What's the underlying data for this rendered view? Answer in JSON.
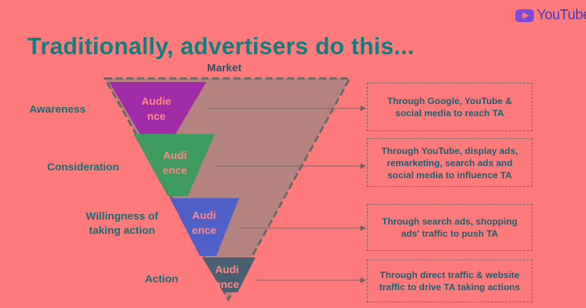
{
  "logo": {
    "word": "YouTube"
  },
  "title": "Traditionally, advertisers do this...",
  "market_label": "Market",
  "stages": [
    {
      "label": "Awareness",
      "audience": "Audie nce",
      "channel": "Through Google, YouTube & social media to reach TA"
    },
    {
      "label": "Consideration",
      "audience": "Audi ence",
      "channel": "Through YouTube, display ads, remarketing, search ads and social media to influence TA"
    },
    {
      "label": "Willingness of taking action",
      "audience": "Audi ence",
      "channel": "Through search ads, shopping ads' traffic to push TA"
    },
    {
      "label": "Action",
      "audience": "Audi ence",
      "channel": "Through direct traffic & website traffic to drive TA taking actions"
    }
  ],
  "colors": {
    "background": "#ff7b7b",
    "title": "#0f7f7f",
    "funnel_fill": "#b5837f",
    "awareness": "#a12ca8",
    "consideration": "#3f9a5f",
    "willingness": "#5060c6",
    "action": "#4a5f6f"
  }
}
